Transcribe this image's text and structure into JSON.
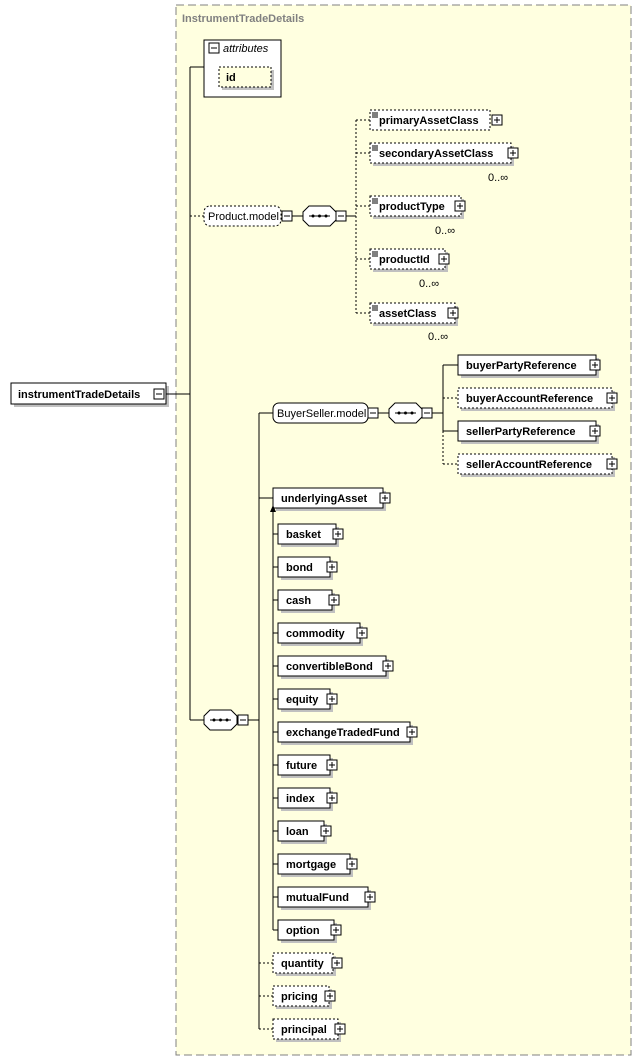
{
  "type_name": "InstrumentTradeDetails",
  "root_element": "instrumentTradeDetails",
  "attributes_group": {
    "label": "attributes",
    "items": [
      "id"
    ]
  },
  "product_model": {
    "label": "Product.model",
    "children": [
      {
        "name": "primaryAssetClass",
        "occurs": ""
      },
      {
        "name": "secondaryAssetClass",
        "occurs": "0..∞"
      },
      {
        "name": "productType",
        "occurs": "0..∞"
      },
      {
        "name": "productId",
        "occurs": "0..∞"
      },
      {
        "name": "assetClass",
        "occurs": "0..∞"
      }
    ]
  },
  "buyer_seller_model": {
    "label": "BuyerSeller.model",
    "children": [
      {
        "name": "buyerPartyReference"
      },
      {
        "name": "buyerAccountReference"
      },
      {
        "name": "sellerPartyReference"
      },
      {
        "name": "sellerAccountReference"
      }
    ]
  },
  "asset_choice": {
    "head": "underlyingAsset",
    "members": [
      "basket",
      "bond",
      "cash",
      "commodity",
      "convertibleBond",
      "equity",
      "exchangeTradedFund",
      "future",
      "index",
      "loan",
      "mortgage",
      "mutualFund",
      "option"
    ]
  },
  "trailing_elements": [
    "quantity",
    "pricing",
    "principal"
  ],
  "colors": {
    "background": "#ffffe0",
    "border": "#808080",
    "line": "#000000",
    "shadow": "#c0c0c0"
  }
}
